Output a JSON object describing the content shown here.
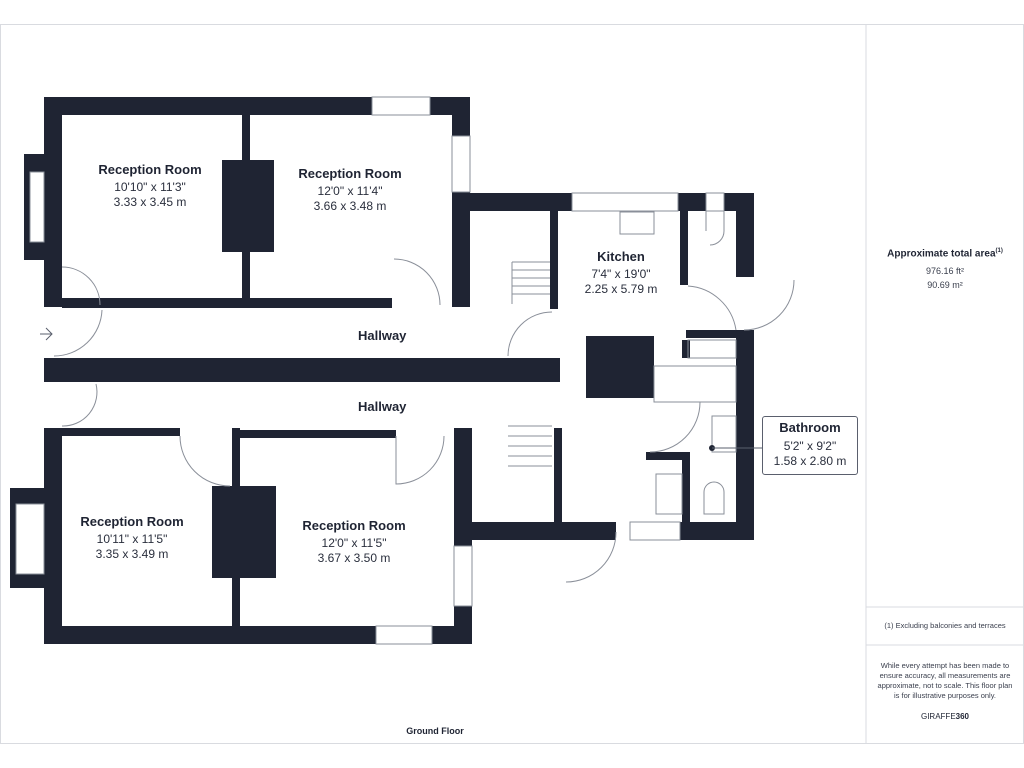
{
  "floor_label": "Ground Floor",
  "hallways": [
    "Hallway",
    "Hallway"
  ],
  "rooms": [
    {
      "name": "Reception Room",
      "imperial": "10'10\" x 11'3\"",
      "metric": "3.33 x 3.45 m"
    },
    {
      "name": "Reception Room",
      "imperial": "12'0\" x 11'4\"",
      "metric": "3.66 x 3.48 m"
    },
    {
      "name": "Kitchen",
      "imperial": "7'4\" x 19'0\"",
      "metric": "2.25 x 5.79 m"
    },
    {
      "name": "Reception Room",
      "imperial": "10'11\" x 11'5\"",
      "metric": "3.35 x 3.49 m"
    },
    {
      "name": "Reception Room",
      "imperial": "12'0\" x 11'5\"",
      "metric": "3.67 x 3.50 m"
    },
    {
      "name": "Bathroom",
      "imperial": "5'2\" x 9'2\"",
      "metric": "1.58 x 2.80 m"
    }
  ],
  "summary": {
    "title": "Approximate total area",
    "title_sup": "(1)",
    "area_ft": "976.16 ft²",
    "area_m": "90.69 m²",
    "footnote": "(1) Excluding balconies and terraces",
    "disclaimer": "While every attempt has been made to ensure accuracy, all measurements are approximate, not to scale. This floor plan is for illustrative purposes only.",
    "brand_prefix": "GIRAFFE",
    "brand_suffix": "360"
  },
  "colors": {
    "wall": "#1f2433",
    "line": "#8a8f99",
    "panel_border": "#d9dbe0"
  }
}
